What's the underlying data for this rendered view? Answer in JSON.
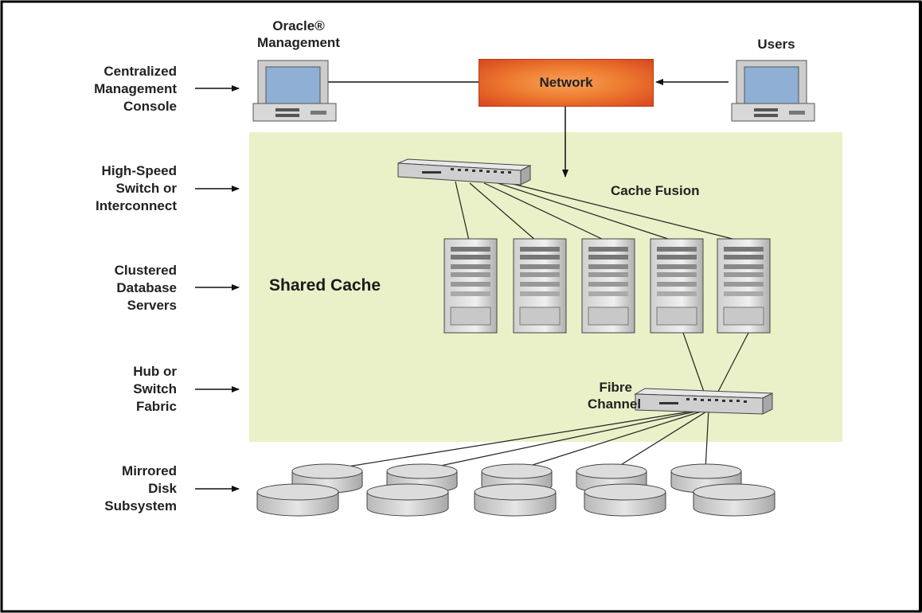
{
  "labels": {
    "oracle_management": [
      "Oracle®",
      "Management"
    ],
    "users": "Users",
    "network": "Network",
    "cache_fusion": "Cache Fusion",
    "shared_cache": "Shared Cache",
    "fibre_channel": [
      "Fibre",
      "Channel"
    ]
  },
  "side_labels": [
    {
      "lines": [
        "Centralized",
        "Management",
        "Console"
      ]
    },
    {
      "lines": [
        "High-Speed",
        "Switch or",
        "Interconnect"
      ]
    },
    {
      "lines": [
        "Clustered",
        "Database",
        "Servers"
      ]
    },
    {
      "lines": [
        "Hub or",
        "Switch",
        "Fabric"
      ]
    },
    {
      "lines": [
        "Mirrored",
        "Disk",
        "Subsystem"
      ]
    }
  ],
  "colors": {
    "shared_zone": "#eaf0c8",
    "network_fill": "#ee7d31",
    "frame": "#000000"
  }
}
